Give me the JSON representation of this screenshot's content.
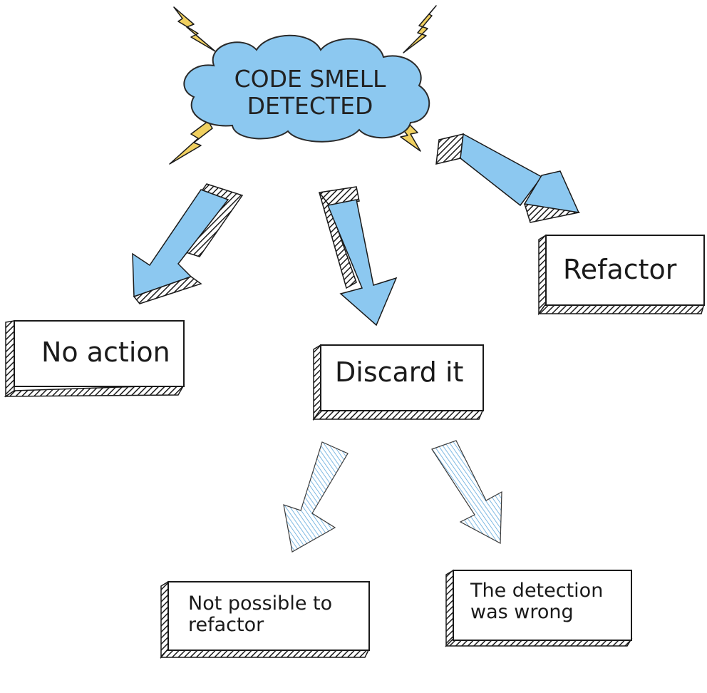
{
  "trigger": {
    "text_line1": "CODE SMELL",
    "text_line2": "DETECTED"
  },
  "options": {
    "no_action": "No action",
    "discard": "Discard it",
    "refactor": "Refactor"
  },
  "discard_reasons": {
    "not_possible": "Not possible to refactor",
    "wrong_detection": "The detection was wrong"
  },
  "colors": {
    "cloud": "#8cc8f0",
    "lightning": "#f0d060",
    "arrow": "#8cc8f0",
    "ink": "#1a1a1a"
  }
}
